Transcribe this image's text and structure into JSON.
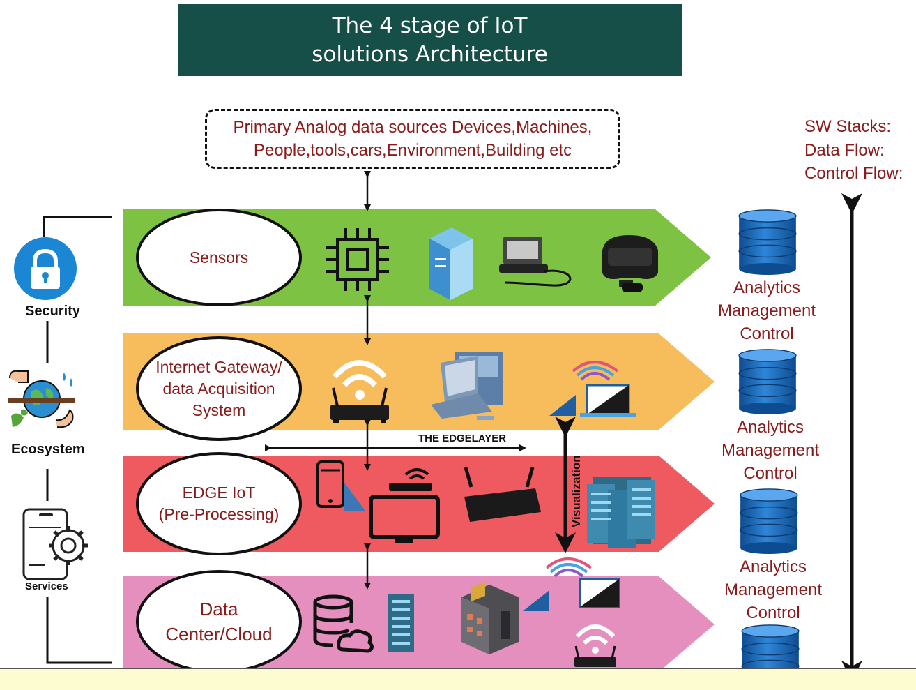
{
  "title": {
    "line1": "The 4 stage of IoT",
    "line2": "solutions Architecture"
  },
  "source": {
    "line1": "Primary Analog data sources Devices,Machines,",
    "line2": "People,tools,cars,Environment,Building etc"
  },
  "legend": {
    "sw_stacks": "SW Stacks:",
    "data_flow": "Data Flow:",
    "control_flow": "Control Flow:"
  },
  "stages": [
    {
      "label_lines": [
        "Sensors"
      ],
      "color": "#7dc242",
      "icons": [
        "chip-icon",
        "files-icon",
        "device-cable-icon",
        "vr-headset-icon"
      ]
    },
    {
      "label_lines": [
        "Internet Gateway/",
        "data Acquisition",
        "System"
      ],
      "color": "#f7bd5d",
      "icons": [
        "wifi-router-icon",
        "laptop-icon",
        "visualization-icon"
      ]
    },
    {
      "label_lines": [
        "EDGE IoT",
        "(Pre-Processing)"
      ],
      "color": "#ee5a5f",
      "icons": [
        "smartphone-icon",
        "tv-router-icon",
        "router-icon",
        "server-rack-icon"
      ]
    },
    {
      "label_lines": [
        "Data",
        "Center/Cloud"
      ],
      "color": "#e58fbf",
      "icons": [
        "database-cloud-icon",
        "server-icon",
        "building-icon",
        "wifi-router-icon"
      ]
    }
  ],
  "database_blocks": [
    {
      "lines": [
        "Analytics",
        "Management",
        "Control"
      ]
    },
    {
      "lines": [
        "Analytics",
        "Management",
        "Control"
      ]
    },
    {
      "lines": [
        "Analytics",
        "Management",
        "Control"
      ]
    }
  ],
  "edge_layer": "THE EDGELAYER",
  "visualization": "Visualization",
  "side": {
    "security": "Security",
    "ecosystem": "Ecosystem",
    "services": "Services"
  },
  "colors": {
    "title_bg": "#154f47",
    "label_text": "#8b1a1a",
    "db_blue": "#1f6fc4",
    "security_blue": "#1a86d4"
  }
}
